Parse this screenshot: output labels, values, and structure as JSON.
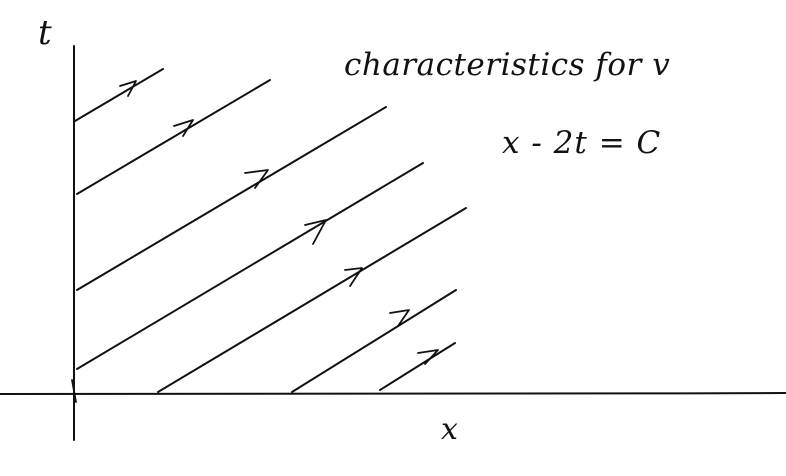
{
  "labels": {
    "t_axis": "t",
    "x_axis": "x",
    "title": "characteristics for v",
    "equation": "x - 2t = C"
  },
  "colors": {
    "ink": "#111111",
    "background": "#ffffff"
  }
}
